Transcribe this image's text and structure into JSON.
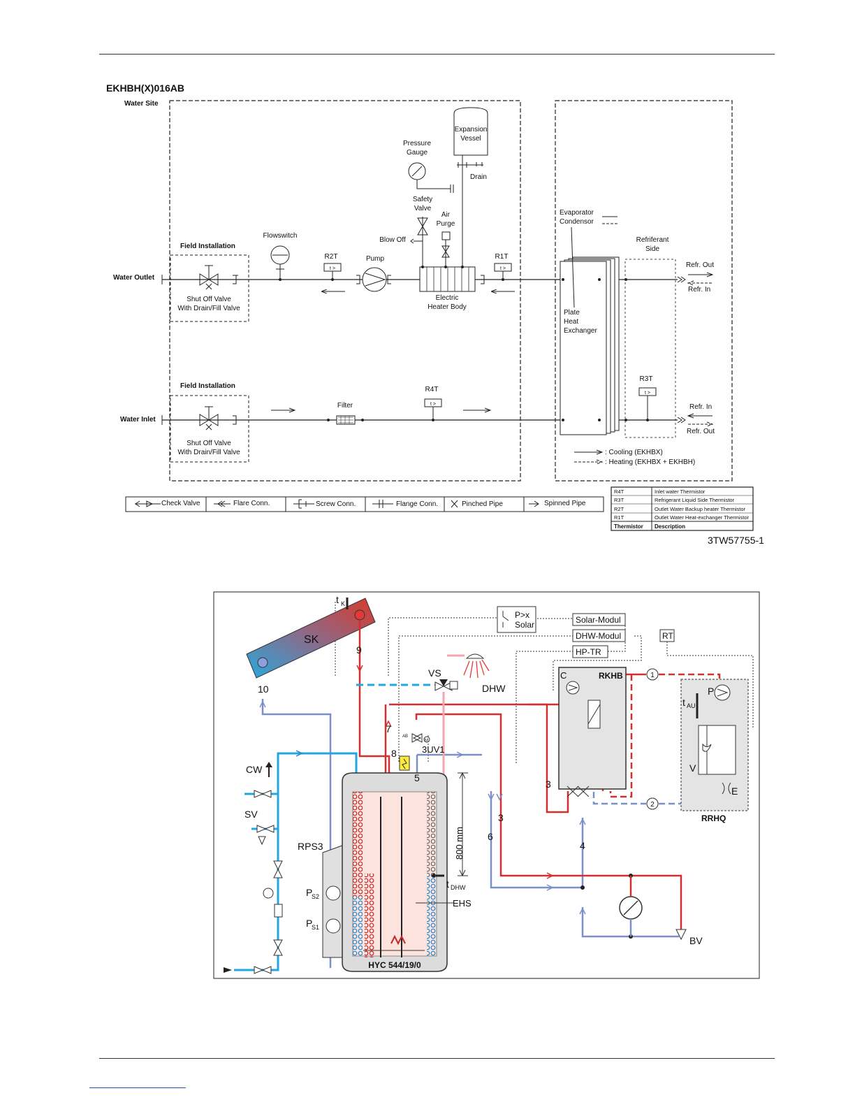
{
  "heading": "EKHBH(X)016AB",
  "diagram1": {
    "water_site_label": "Water Site",
    "field_installation_label": "Field Installation",
    "water_outlet_label": "Water Outlet",
    "water_inlet_label": "Water Inlet",
    "shutoff_valve_label_1": "Shut Off Valve",
    "shutoff_valve_label_2": "With Drain/Fill Valve",
    "flowswitch_label": "Flowswitch",
    "r2t_label": "R2T",
    "pump_label": "Pump",
    "blow_off_label": "Blow Off",
    "safety_valve_label_1": "Safety",
    "safety_valve_label_2": "Valve",
    "air_purge_label_1": "Air",
    "air_purge_label_2": "Purge",
    "pressure_gauge_label_1": "Pressure",
    "pressure_gauge_label_2": "Gauge",
    "expansion_vessel_label_1": "Expansion",
    "expansion_vessel_label_2": "Vessel",
    "drain_label": "Drain",
    "electric_heater_label_1": "Electric",
    "electric_heater_label_2": "Heater Body",
    "r1t_label": "R1T",
    "filter_label": "Filter",
    "r4t_label": "R4T",
    "r3t_label": "R3T",
    "evaporator_label": "Evaporator",
    "condensor_label": "Condensor",
    "plate_heat_exchanger_1": "Plate",
    "plate_heat_exchanger_2": "Heat",
    "plate_heat_exchanger_3": "Exchanger",
    "refrigerant_side_1": "Refriferant",
    "refrigerant_side_2": "Side",
    "refr_out": "Refr. Out",
    "refr_in": "Refr. In",
    "cooling_label": ": Cooling (EKHBX)",
    "heating_label": ": Heating (EKHBX + EKHBH)",
    "sensor_symbol": "t >"
  },
  "legend": [
    "Check Valve",
    "Flare Conn.",
    "Screw Conn.",
    "Flange Conn.",
    "Pinched Pipe",
    "Spinned Pipe"
  ],
  "thermistor_table": {
    "rows": [
      {
        "code": "R4T",
        "desc": "Inlet water Thermistor"
      },
      {
        "code": "R3T",
        "desc": "Refrigerant Liquid Side Thermistor"
      },
      {
        "code": "R2T",
        "desc": "Outlet Water Backup heater Thermistor"
      },
      {
        "code": "R1T",
        "desc": "Outlet Water Heat-exchanger Thermistor"
      }
    ],
    "header_code": "Thermistor",
    "header_desc": "Description"
  },
  "drawing_id": "3TW57755-1",
  "diagram2": {
    "tk_label": "t",
    "tk_sub": "K",
    "sk_label": "SK",
    "n9": "9",
    "n10": "10",
    "n7": "7",
    "n8": "8",
    "n5": "5",
    "n3a": "3",
    "n3b": "3",
    "n6": "6",
    "n4": "4",
    "vs_label": "VS",
    "dhw_label": "DHW",
    "p_x_label": "P>x",
    "solar_label": "Solar",
    "solar_modul": "Solar-Modul",
    "dhw_modul": "DHW-Modul",
    "hp_tr": "HP-TR",
    "rt_label": "RT",
    "c_label": "C",
    "rkhb_label": "RKHB",
    "circle_1": "1",
    "circle_2": "2",
    "p_label": "P",
    "tau_label": "t",
    "tau_sub": "AU",
    "v_label": "V",
    "e_label": "E",
    "rrhq_label": "RRHQ",
    "ab_label": "AB",
    "m_label": "M",
    "uv_label": "3UV1",
    "cw_label": "CW",
    "sv_label": "SV",
    "rps3_label": "RPS3",
    "ps2_label": "P",
    "ps2_sub": "S2",
    "ps1_label": "P",
    "ps1_sub": "S1",
    "height_label": "800 mm",
    "tdhw_label": "t",
    "tdhw_sub": "DHW",
    "ehs_label": "EHS",
    "tank_label": "HYC 544/19/0",
    "bv_label": "BV"
  }
}
